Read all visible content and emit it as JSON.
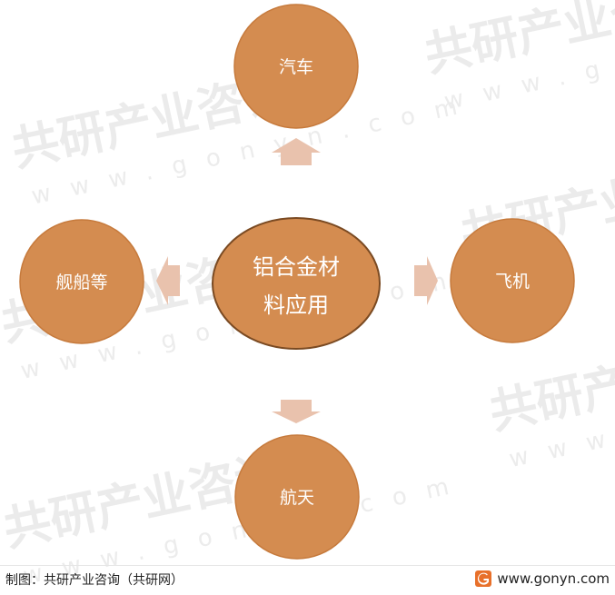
{
  "diagram": {
    "center": {
      "label_line1": "铝合金材",
      "label_line2": "料应用"
    },
    "nodes": {
      "top": "汽车",
      "right": "飞机",
      "bottom": "航天",
      "left": "舰船等"
    }
  },
  "watermark": {
    "brand": "共研产业咨询",
    "url": "www.gonyn.com"
  },
  "footer": {
    "credit": "制图：共研产业咨询（共研网）",
    "url": "www.gonyn.com"
  },
  "colors": {
    "node_fill": "#d48c50",
    "node_stroke": "#c67a3c",
    "center_stroke": "#7a4a22",
    "arrow": "#e9c2ad",
    "brand_orange": "#e8702a"
  }
}
